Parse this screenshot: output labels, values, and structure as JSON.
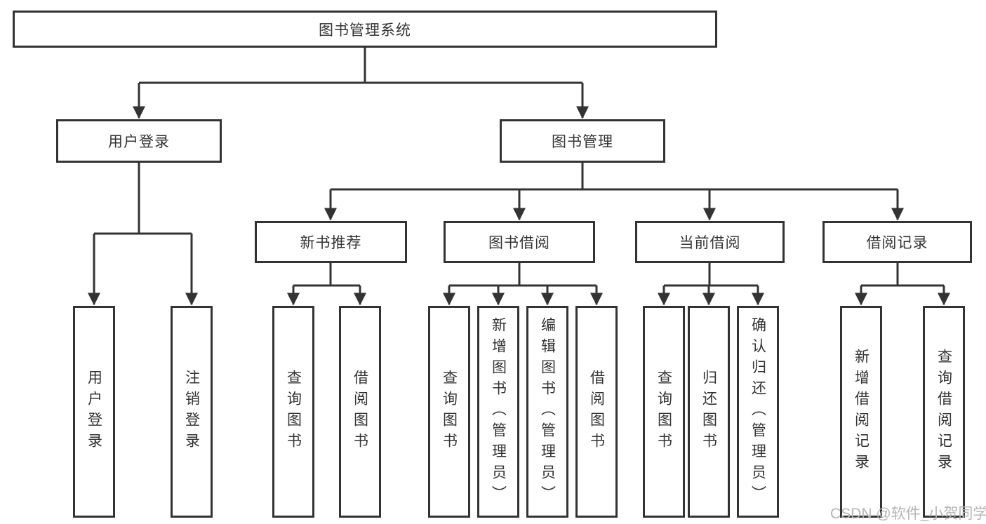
{
  "tree": {
    "label": "图书管理系统",
    "children": [
      {
        "label": "用户登录",
        "children": [
          {
            "label": "用户登录"
          },
          {
            "label": "注销登录"
          }
        ]
      },
      {
        "label": "图书管理",
        "children": [
          {
            "label": "新书推荐",
            "children": [
              {
                "label": "查询图书"
              },
              {
                "label": "借阅图书"
              }
            ]
          },
          {
            "label": "图书借阅",
            "children": [
              {
                "label": "查询图书"
              },
              {
                "label": "新增图书（管理员）"
              },
              {
                "label": "编辑图书（管理员）"
              },
              {
                "label": "借阅图书"
              }
            ]
          },
          {
            "label": "当前借阅",
            "children": [
              {
                "label": "查询图书"
              },
              {
                "label": "归还图书"
              },
              {
                "label": "确认归还（管理员）"
              }
            ]
          },
          {
            "label": "借阅记录",
            "children": [
              {
                "label": "新增借阅记录"
              },
              {
                "label": "查询借阅记录"
              }
            ]
          }
        ]
      }
    ]
  },
  "watermark": "CSDN @软件_小贺同学",
  "colors": {
    "line": "#333333",
    "box_border": "#333333",
    "text": "#333333",
    "watermark": "#b5b5b5"
  }
}
